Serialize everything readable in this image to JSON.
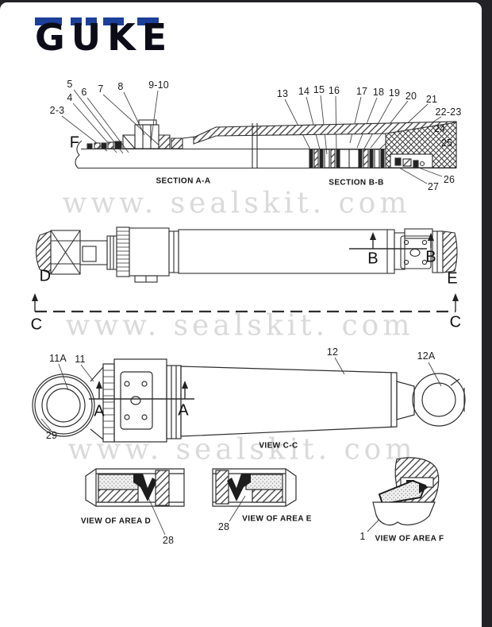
{
  "brand": {
    "name": "GUKE"
  },
  "watermark": {
    "text": "www. sealskit. com"
  },
  "colors": {
    "brand_accent": "#1c3f9a",
    "brand_text": "#0c0c18",
    "watermark": "#dadada",
    "line_art": "#2e2e2e",
    "frame_background": "#232327",
    "page_background": "#ffffff"
  },
  "top_section": {
    "edge_label": "F",
    "caption_left": "SECTION A-A",
    "caption_right": "SECTION B-B",
    "callouts_left": [
      {
        "label": "2-3"
      },
      {
        "label": "4"
      },
      {
        "label": "5"
      },
      {
        "label": "6"
      },
      {
        "label": "7"
      },
      {
        "label": "8"
      },
      {
        "label": "9-10"
      }
    ],
    "callouts_right": [
      {
        "label": "13"
      },
      {
        "label": "14"
      },
      {
        "label": "15"
      },
      {
        "label": "16"
      },
      {
        "label": "17"
      },
      {
        "label": "18"
      },
      {
        "label": "19"
      },
      {
        "label": "20"
      },
      {
        "label": "21"
      },
      {
        "label": "22-23"
      },
      {
        "label": "24"
      },
      {
        "label": "25"
      },
      {
        "label": "26"
      },
      {
        "label": "27"
      }
    ]
  },
  "assembly_view": {
    "label_d": "D",
    "label_e": "E",
    "section_b_label_left": "B",
    "section_b_label_right": "B",
    "section_c_label_left": "C",
    "section_c_label_right": "C"
  },
  "view_cc": {
    "caption": "VIEW C-C",
    "callout_11a": "11A",
    "callout_11": "11",
    "callout_12": "12",
    "callout_12a": "12A",
    "callout_29": "29",
    "section_a_label_left": "A",
    "section_a_label_right": "A"
  },
  "detail_views": {
    "area_d": {
      "caption": "VIEW OF AREA D",
      "callout": "28"
    },
    "area_e": {
      "caption": "VIEW OF AREA E",
      "callout": "28"
    },
    "area_f": {
      "caption": "VIEW OF AREA F",
      "callout": "1"
    }
  }
}
